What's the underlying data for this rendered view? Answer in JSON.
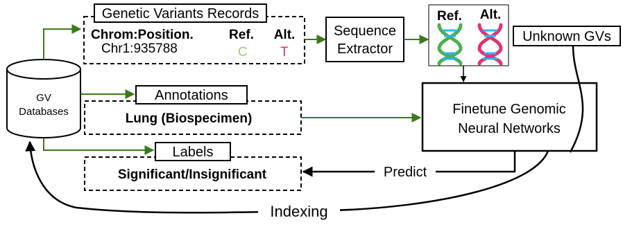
{
  "database": {
    "line1": "GV",
    "line2": "Databases"
  },
  "records": {
    "title": "Genetic Variants Records",
    "col_chrom_pos": "Chrom:Position.",
    "col_ref": "Ref.",
    "col_alt": "Alt.",
    "val_chrom_pos": "Chr1:935788",
    "val_ref": "C",
    "val_alt": "T"
  },
  "extractor": {
    "line1": "Sequence",
    "line2": "Extractor"
  },
  "dna_panel": {
    "ref_label": "Ref.",
    "alt_label": "Alt."
  },
  "unknown": {
    "label": "Unknown GVs"
  },
  "annotations": {
    "title": "Annotations",
    "value": "Lung (Biospecimen)"
  },
  "labels": {
    "title": "Labels",
    "value": "Significant/Insignificant"
  },
  "finetune": {
    "line1": "Finetune Genomic",
    "line2": "Neural Networks"
  },
  "edges": {
    "predict": "Predict",
    "indexing": "Indexing"
  },
  "colors": {
    "green_arrow": "#3a7a1a",
    "ref_base": "#8ed17a",
    "alt_base": "#e0336f",
    "dna_green": "#4caf50",
    "dna_pink": "#e0336f",
    "dna_rung": "#29b6f6"
  }
}
